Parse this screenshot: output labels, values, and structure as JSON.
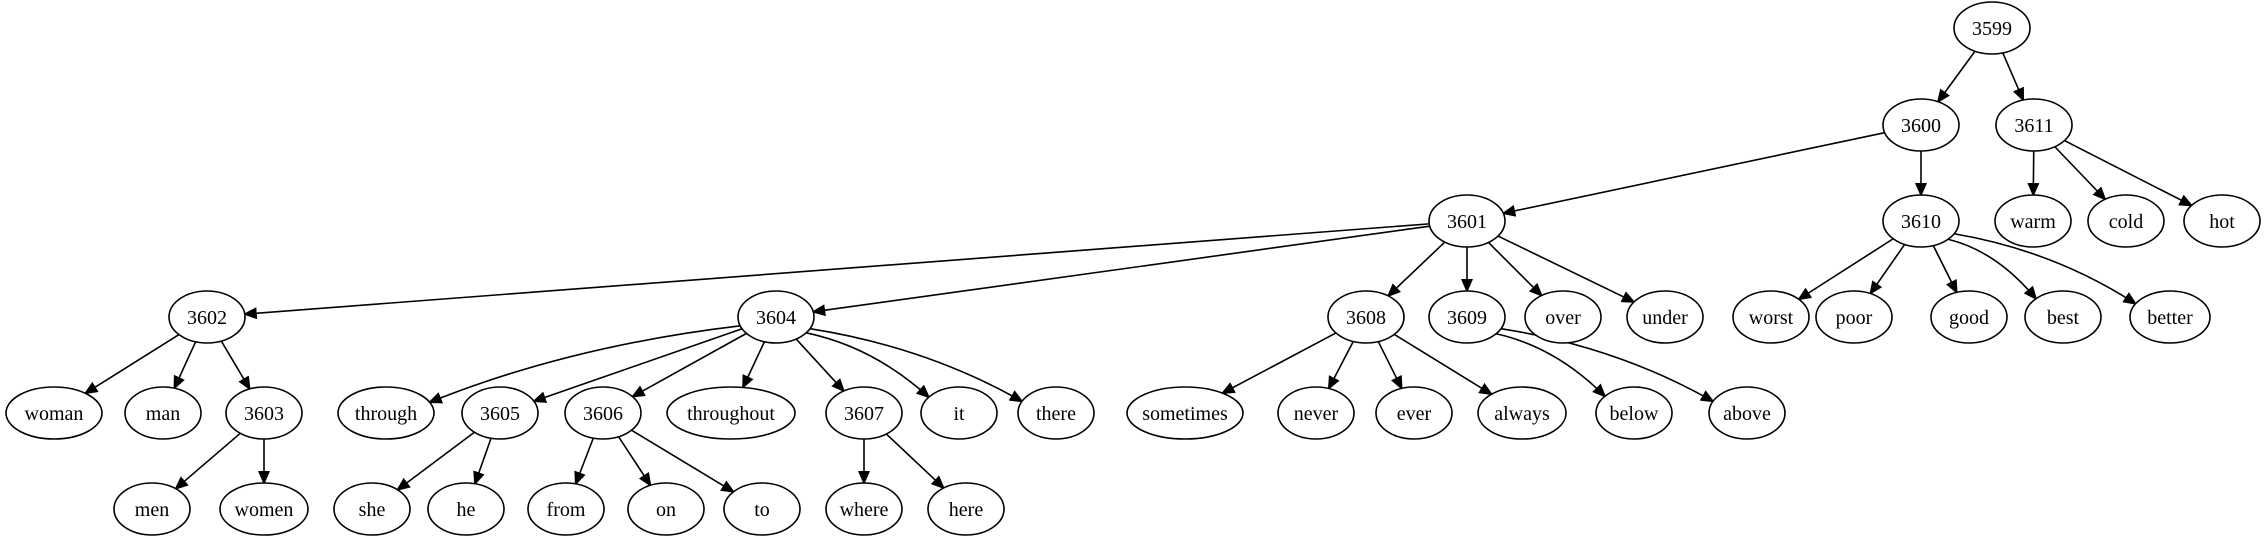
{
  "graph": {
    "nodes": [
      {
        "id": "n3599",
        "label": "3599"
      },
      {
        "id": "n3600",
        "label": "3600"
      },
      {
        "id": "n3611",
        "label": "3611"
      },
      {
        "id": "n3601",
        "label": "3601"
      },
      {
        "id": "n3610",
        "label": "3610"
      },
      {
        "id": "n_warm",
        "label": "warm"
      },
      {
        "id": "n_cold",
        "label": "cold"
      },
      {
        "id": "n_hot",
        "label": "hot"
      },
      {
        "id": "n3602",
        "label": "3602"
      },
      {
        "id": "n3604",
        "label": "3604"
      },
      {
        "id": "n3608",
        "label": "3608"
      },
      {
        "id": "n3609",
        "label": "3609"
      },
      {
        "id": "n_over",
        "label": "over"
      },
      {
        "id": "n_under",
        "label": "under"
      },
      {
        "id": "n_worst",
        "label": "worst"
      },
      {
        "id": "n_poor",
        "label": "poor"
      },
      {
        "id": "n_good",
        "label": "good"
      },
      {
        "id": "n_best",
        "label": "best"
      },
      {
        "id": "n_better",
        "label": "better"
      },
      {
        "id": "n_woman",
        "label": "woman"
      },
      {
        "id": "n_man",
        "label": "man"
      },
      {
        "id": "n3603",
        "label": "3603"
      },
      {
        "id": "n_through",
        "label": "through"
      },
      {
        "id": "n3605",
        "label": "3605"
      },
      {
        "id": "n3606",
        "label": "3606"
      },
      {
        "id": "n_throughout",
        "label": "throughout"
      },
      {
        "id": "n3607",
        "label": "3607"
      },
      {
        "id": "n_it",
        "label": "it"
      },
      {
        "id": "n_there",
        "label": "there"
      },
      {
        "id": "n_sometimes",
        "label": "sometimes"
      },
      {
        "id": "n_never",
        "label": "never"
      },
      {
        "id": "n_ever",
        "label": "ever"
      },
      {
        "id": "n_always",
        "label": "always"
      },
      {
        "id": "n_below",
        "label": "below"
      },
      {
        "id": "n_above",
        "label": "above"
      },
      {
        "id": "n_men",
        "label": "men"
      },
      {
        "id": "n_women",
        "label": "women"
      },
      {
        "id": "n_she",
        "label": "she"
      },
      {
        "id": "n_he",
        "label": "he"
      },
      {
        "id": "n_from",
        "label": "from"
      },
      {
        "id": "n_on",
        "label": "on"
      },
      {
        "id": "n_to",
        "label": "to"
      },
      {
        "id": "n_where",
        "label": "where"
      },
      {
        "id": "n_here",
        "label": "here"
      }
    ],
    "edges": [
      {
        "from": "n3599",
        "to": "n3600"
      },
      {
        "from": "n3599",
        "to": "n3611"
      },
      {
        "from": "n3600",
        "to": "n3601"
      },
      {
        "from": "n3600",
        "to": "n3610"
      },
      {
        "from": "n3611",
        "to": "n_warm"
      },
      {
        "from": "n3611",
        "to": "n_cold"
      },
      {
        "from": "n3611",
        "to": "n_hot"
      },
      {
        "from": "n3601",
        "to": "n3602"
      },
      {
        "from": "n3601",
        "to": "n3604"
      },
      {
        "from": "n3601",
        "to": "n3608"
      },
      {
        "from": "n3601",
        "to": "n3609"
      },
      {
        "from": "n3601",
        "to": "n_over"
      },
      {
        "from": "n3601",
        "to": "n_under"
      },
      {
        "from": "n3610",
        "to": "n_worst"
      },
      {
        "from": "n3610",
        "to": "n_poor"
      },
      {
        "from": "n3610",
        "to": "n_good"
      },
      {
        "from": "n3610",
        "to": "n_best"
      },
      {
        "from": "n3610",
        "to": "n_better"
      },
      {
        "from": "n3602",
        "to": "n_woman"
      },
      {
        "from": "n3602",
        "to": "n_man"
      },
      {
        "from": "n3602",
        "to": "n3603"
      },
      {
        "from": "n3603",
        "to": "n_men"
      },
      {
        "from": "n3603",
        "to": "n_women"
      },
      {
        "from": "n3604",
        "to": "n_through"
      },
      {
        "from": "n3604",
        "to": "n3605"
      },
      {
        "from": "n3604",
        "to": "n3606"
      },
      {
        "from": "n3604",
        "to": "n_throughout"
      },
      {
        "from": "n3604",
        "to": "n3607"
      },
      {
        "from": "n3604",
        "to": "n_it"
      },
      {
        "from": "n3604",
        "to": "n_there"
      },
      {
        "from": "n3605",
        "to": "n_she"
      },
      {
        "from": "n3605",
        "to": "n_he"
      },
      {
        "from": "n3606",
        "to": "n_from"
      },
      {
        "from": "n3606",
        "to": "n_on"
      },
      {
        "from": "n3606",
        "to": "n_to"
      },
      {
        "from": "n3607",
        "to": "n_where"
      },
      {
        "from": "n3607",
        "to": "n_here"
      },
      {
        "from": "n3608",
        "to": "n_sometimes"
      },
      {
        "from": "n3608",
        "to": "n_never"
      },
      {
        "from": "n3608",
        "to": "n_ever"
      },
      {
        "from": "n3608",
        "to": "n_always"
      },
      {
        "from": "n3609",
        "to": "n_below"
      },
      {
        "from": "n3609",
        "to": "n_above"
      }
    ]
  }
}
